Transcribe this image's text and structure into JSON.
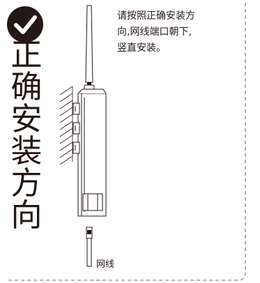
{
  "title_chars": [
    "正",
    "确",
    "安",
    "装",
    "方",
    "向"
  ],
  "note_lines": [
    "请按照正确安装方",
    "向,网线端口朝下,",
    "竖直安装。"
  ],
  "cable_label": "网线",
  "icons": {
    "badge": "check-circle-icon"
  },
  "colors": {
    "ink": "#231815",
    "dash": "#9a9a9a",
    "badge": "#231815"
  }
}
